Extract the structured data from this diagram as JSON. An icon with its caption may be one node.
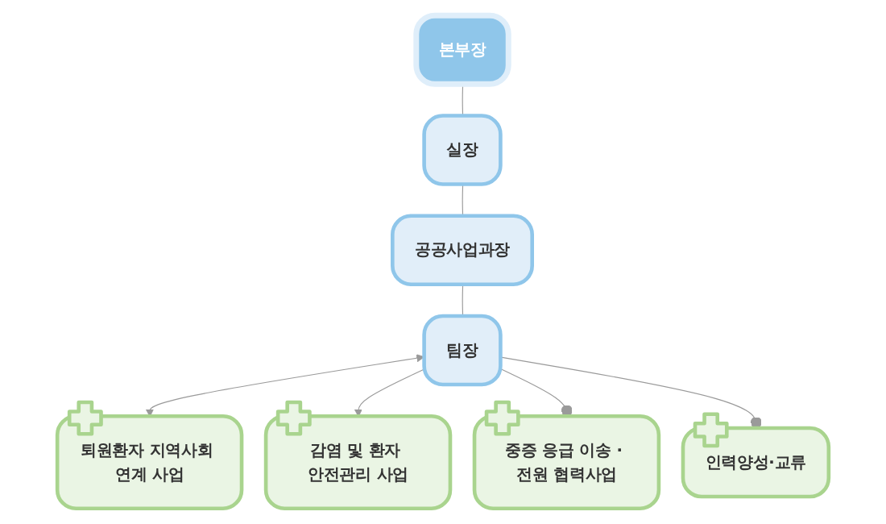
{
  "diagram": {
    "nodes": [
      {
        "text": [
          "본부장"
        ]
      },
      {
        "text": [
          "실장"
        ]
      },
      {
        "text": [
          "공공사업과장"
        ]
      },
      {
        "text": [
          "팀장"
        ]
      },
      {
        "text": [
          "퇴원환자 지역사회 연계 사업"
        ]
      },
      {
        "text": [
          "감염 및 환자 안전관리 사업"
        ]
      },
      {
        "text": [
          "중증 응급 이송 · 전원 협력사업"
        ]
      },
      {
        "text": [
          "인력양성·교류"
        ]
      }
    ],
    "edges": [
      {
        "from": 0,
        "to": 1,
        "arrow": "none"
      },
      {
        "from": 1,
        "to": 2,
        "arrow": "none"
      },
      {
        "from": 2,
        "to": 3,
        "arrow": "none"
      },
      {
        "from": 3,
        "to": 4,
        "arrow": "both"
      },
      {
        "from": 3,
        "to": 5,
        "arrow": "to"
      },
      {
        "from": 3,
        "to": 6,
        "arrow": "other"
      },
      {
        "from": 3,
        "to": 7,
        "arrow": "other"
      }
    ]
  }
}
